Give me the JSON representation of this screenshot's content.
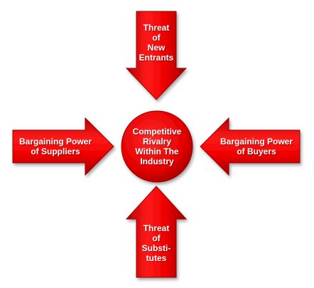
{
  "colors": {
    "arrow_fill": "#ee0000",
    "arrow_edge": "#990000",
    "text": "#ffffff"
  },
  "forces": {
    "top": {
      "label": "Threat\nof\nNew\nEntrants"
    },
    "left": {
      "label": "Bargaining Power\nof Suppliers"
    },
    "right": {
      "label": "Bargaining Power\nof Buyers"
    },
    "bottom": {
      "label": "Threat\nof\nSubsti-\ntutes"
    },
    "center": {
      "label": "Competitive\nRivalry\nWithin The\nIndustry"
    }
  }
}
